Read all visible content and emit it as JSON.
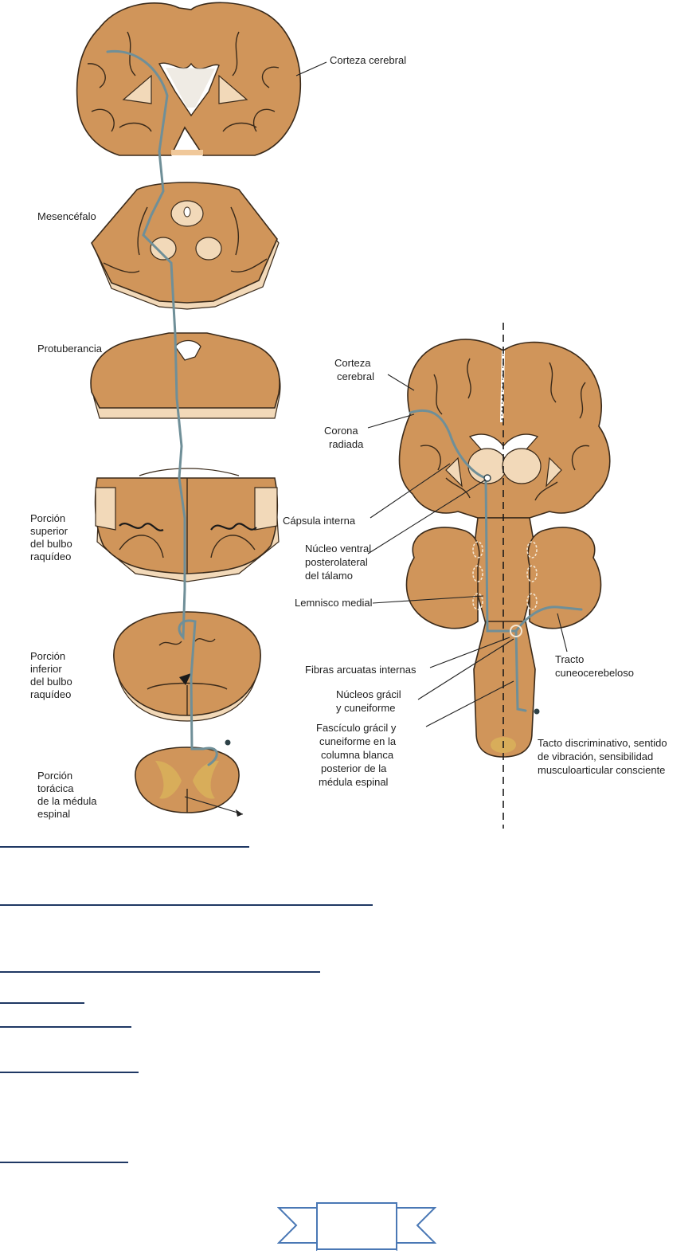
{
  "left_column": {
    "labels": {
      "corteza": "Corteza cerebral",
      "mesencefalo": "Mesencéfalo",
      "protuberancia": "Protuberancia",
      "bulbo_sup": [
        "Porción",
        "superior",
        "del bulbo",
        "raquídeo"
      ],
      "bulbo_inf": [
        "Porción",
        "inferior",
        "del bulbo",
        "raquídeo"
      ],
      "medula": [
        "Porción",
        "torácica",
        "de la médula",
        "espinal"
      ]
    }
  },
  "right_column": {
    "labels": {
      "corteza": [
        "Corteza",
        "cerebral"
      ],
      "corona": [
        "Corona",
        "radiada"
      ],
      "capsula": "Cápsula interna",
      "nucleo_vpl": [
        "Núcleo ventral",
        "posterolateral",
        "del tálamo"
      ],
      "lemnisco": "Lemnisco medial",
      "fibras": "Fibras arcuatas internas",
      "nucleos": [
        "Núcleos grácil",
        "y cuneiforme"
      ],
      "fasciculo": [
        "Fascículo grácil y",
        "cuneiforme en la",
        "columna blanca",
        "posterior de la",
        "médula espinal"
      ],
      "tracto": [
        "Tracto",
        "cuneocerebeloso"
      ],
      "tacto": [
        "Tacto discriminativo, sentido",
        "de vibración, sensibilidad",
        "musculoarticular consciente"
      ]
    }
  },
  "colors": {
    "tissue": "#d0955a",
    "pale_nuclei": "#f2d9b9",
    "tract": "#6f8f98",
    "blank_lines": "#1f3864"
  },
  "page_number": ""
}
